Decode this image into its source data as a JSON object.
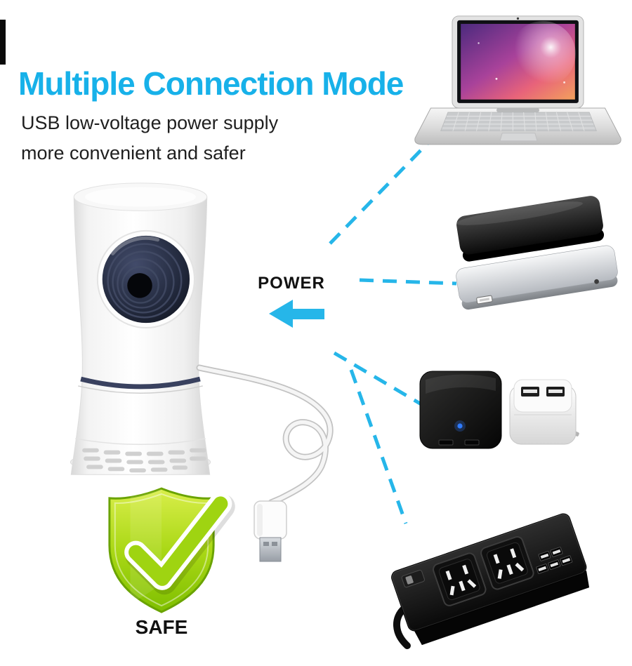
{
  "title": "Multiple Connection Mode",
  "subtitle": {
    "line1": "USB low-voltage power supply",
    "line2": "more convenient and safer"
  },
  "labels": {
    "power": "POWER",
    "safe": "SAFE"
  },
  "colors": {
    "title_blue": "#17b1e9",
    "accent_cyan": "#26b6e9",
    "text_dark": "#1f1f1f",
    "shield_green": "#9fd411"
  },
  "illustrations": [
    {
      "name": "mosquito-killer-lamp",
      "description": "white USB mosquito killer lamp with suction funnel"
    },
    {
      "name": "laptop",
      "description": "open laptop computer"
    },
    {
      "name": "power-bank",
      "description": "two stacked power banks, black and silver"
    },
    {
      "name": "usb-wall-adapter",
      "description": "black USB charger cube and white USB wall plug"
    },
    {
      "name": "usb-power-strip",
      "description": "black power strip with sockets and USB ports"
    },
    {
      "name": "usb-cable",
      "description": "white USB cable with USB-A connector"
    },
    {
      "name": "safe-shield",
      "description": "green shield badge with check mark"
    }
  ],
  "connections": {
    "style": "dashed",
    "count": 4,
    "targets": [
      "laptop",
      "power-bank",
      "usb-wall-adapter",
      "usb-power-strip"
    ]
  }
}
